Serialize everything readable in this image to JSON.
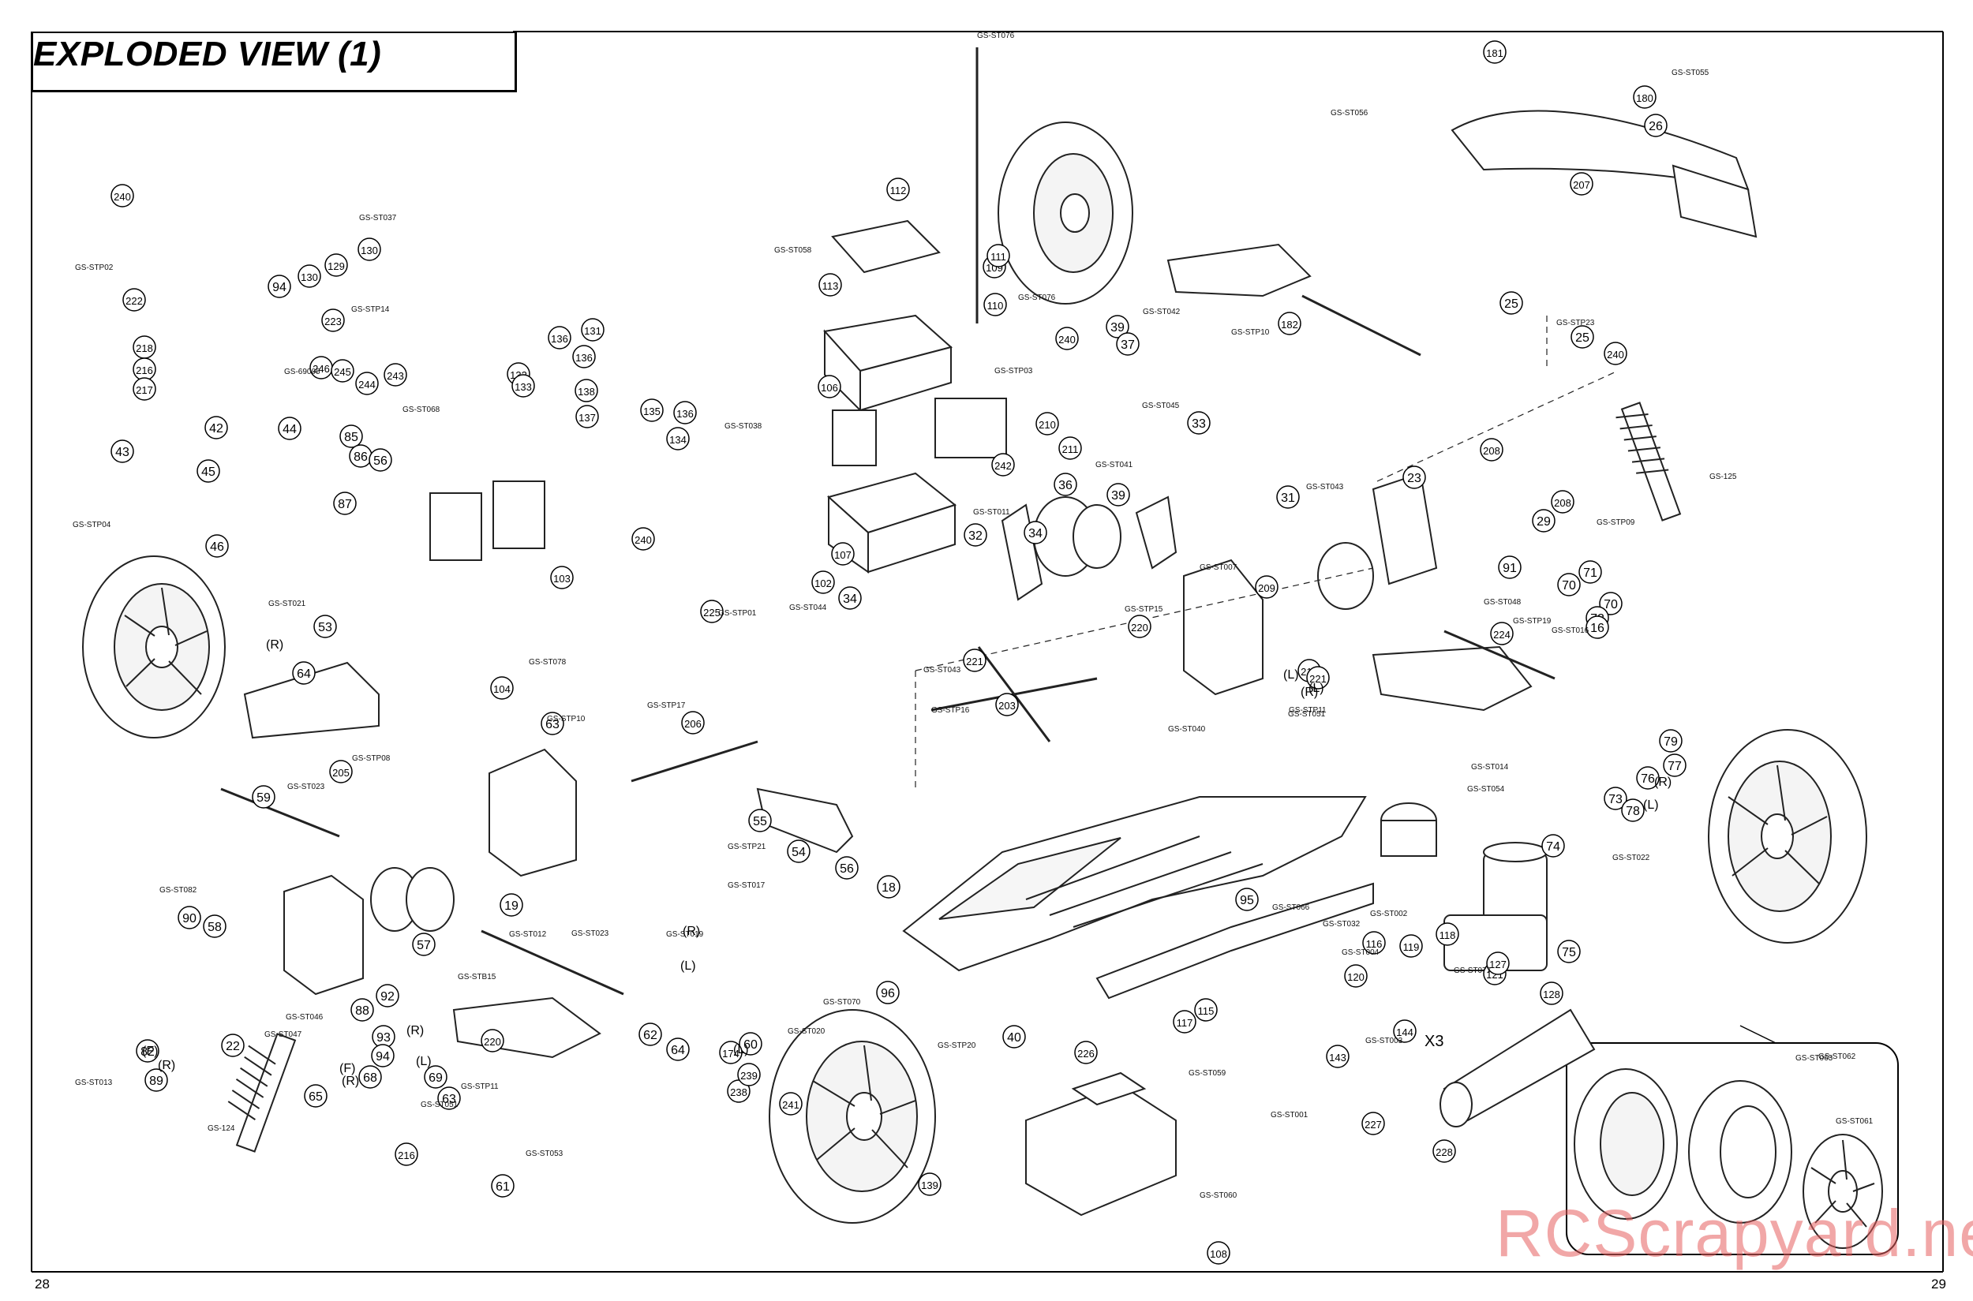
{
  "title": "EXPLODED VIEW (1)",
  "page_left": "28",
  "page_right": "29",
  "watermark": "RCScrapyard.net",
  "part_numbers": [
    "240",
    "222",
    "218",
    "216",
    "217",
    "43",
    "94",
    "130",
    "129",
    "130",
    "223",
    "42",
    "44",
    "45",
    "46",
    "85",
    "86",
    "56",
    "87",
    "246",
    "245",
    "244",
    "243",
    "132",
    "133",
    "136",
    "131",
    "136",
    "138",
    "137",
    "135",
    "134",
    "136",
    "113",
    "106",
    "107",
    "103",
    "240",
    "102",
    "225",
    "104",
    "112",
    "109",
    "110",
    "111",
    "39",
    "240",
    "37",
    "210",
    "211",
    "242",
    "36",
    "39",
    "33",
    "31",
    "34",
    "32",
    "34",
    "221",
    "182",
    "181",
    "180",
    "26",
    "207",
    "25",
    "25",
    "240",
    "23",
    "208",
    "208",
    "29",
    "91",
    "70",
    "71",
    "70",
    "72",
    "16",
    "209",
    "220",
    "219",
    "221",
    "224",
    "203",
    "206",
    "63",
    "205",
    "59",
    "64",
    "53",
    "55",
    "54",
    "56",
    "18",
    "19",
    "57",
    "58",
    "90",
    "22",
    "82",
    "89",
    "92",
    "88",
    "93",
    "94",
    "68",
    "65",
    "216",
    "220",
    "69",
    "63",
    "61",
    "62",
    "64",
    "60",
    "174",
    "238",
    "239",
    "241",
    "139",
    "226",
    "108",
    "40",
    "95",
    "96",
    "117",
    "115",
    "116",
    "119",
    "118",
    "120",
    "121",
    "144",
    "143",
    "227",
    "228",
    "127",
    "128",
    "74",
    "75",
    "76",
    "77",
    "73",
    "78",
    "79"
  ],
  "part_codes": [
    "GS-ST076",
    "GS-ST055",
    "GS-ST056",
    "GS-ST037",
    "GS-STP02",
    "GS-STP14",
    "GS-69005",
    "GS-ST068",
    "GS-STP04",
    "GS-ST021",
    "GS-ST038",
    "GS-ST058",
    "GS-ST076",
    "GS-ST042",
    "GS-STP10",
    "GS-ST045",
    "GS-STP03",
    "GS-ST041",
    "GS-ST011",
    "GS-ST043",
    "GS-ST044",
    "GS-ST043",
    "GS-ST078",
    "GS-STP01",
    "GS-ST007",
    "GS-STP15",
    "GS-STP23",
    "GS-ST048",
    "GS-ST016",
    "GS-STP19",
    "GS-STP09",
    "GS-125",
    "GS-STP16",
    "GS-ST040",
    "GS-STP11",
    "GS-ST051",
    "GS-ST014",
    "GS-ST054",
    "GS-ST022",
    "GS-STP17",
    "GS-STP10",
    "GS-STP08",
    "GS-ST023",
    "GS-STP21",
    "GS-ST017",
    "GS-ST012",
    "GS-ST082",
    "GS-ST046",
    "GS-ST047",
    "GS-ST013",
    "GS-124",
    "GS-STB15",
    "GS-STP11",
    "GS-ST051",
    "GS-ST053",
    "GS-ST023",
    "GS-ST019",
    "GS-ST020",
    "GS-ST070",
    "GS-STP20",
    "GS-ST060",
    "GS-ST066",
    "GS-ST002",
    "GS-ST032",
    "GS-ST004",
    "GS-ST003",
    "GS-ST077",
    "GS-ST059",
    "GS-ST001",
    "GS-ST063",
    "GS-ST062",
    "GS-ST061"
  ],
  "side_labels": [
    "(R)",
    "(L)",
    "(R)",
    "(L)",
    "(R)",
    "(L)",
    "(R)",
    "(L)",
    "(F)",
    "(R)",
    "(F)",
    "(R)",
    "(L)",
    "(R)",
    "(L)"
  ],
  "multiplier": "X3",
  "colors": {
    "ink": "#222222",
    "accent": "#000000",
    "watermark": "#e05a5a"
  }
}
